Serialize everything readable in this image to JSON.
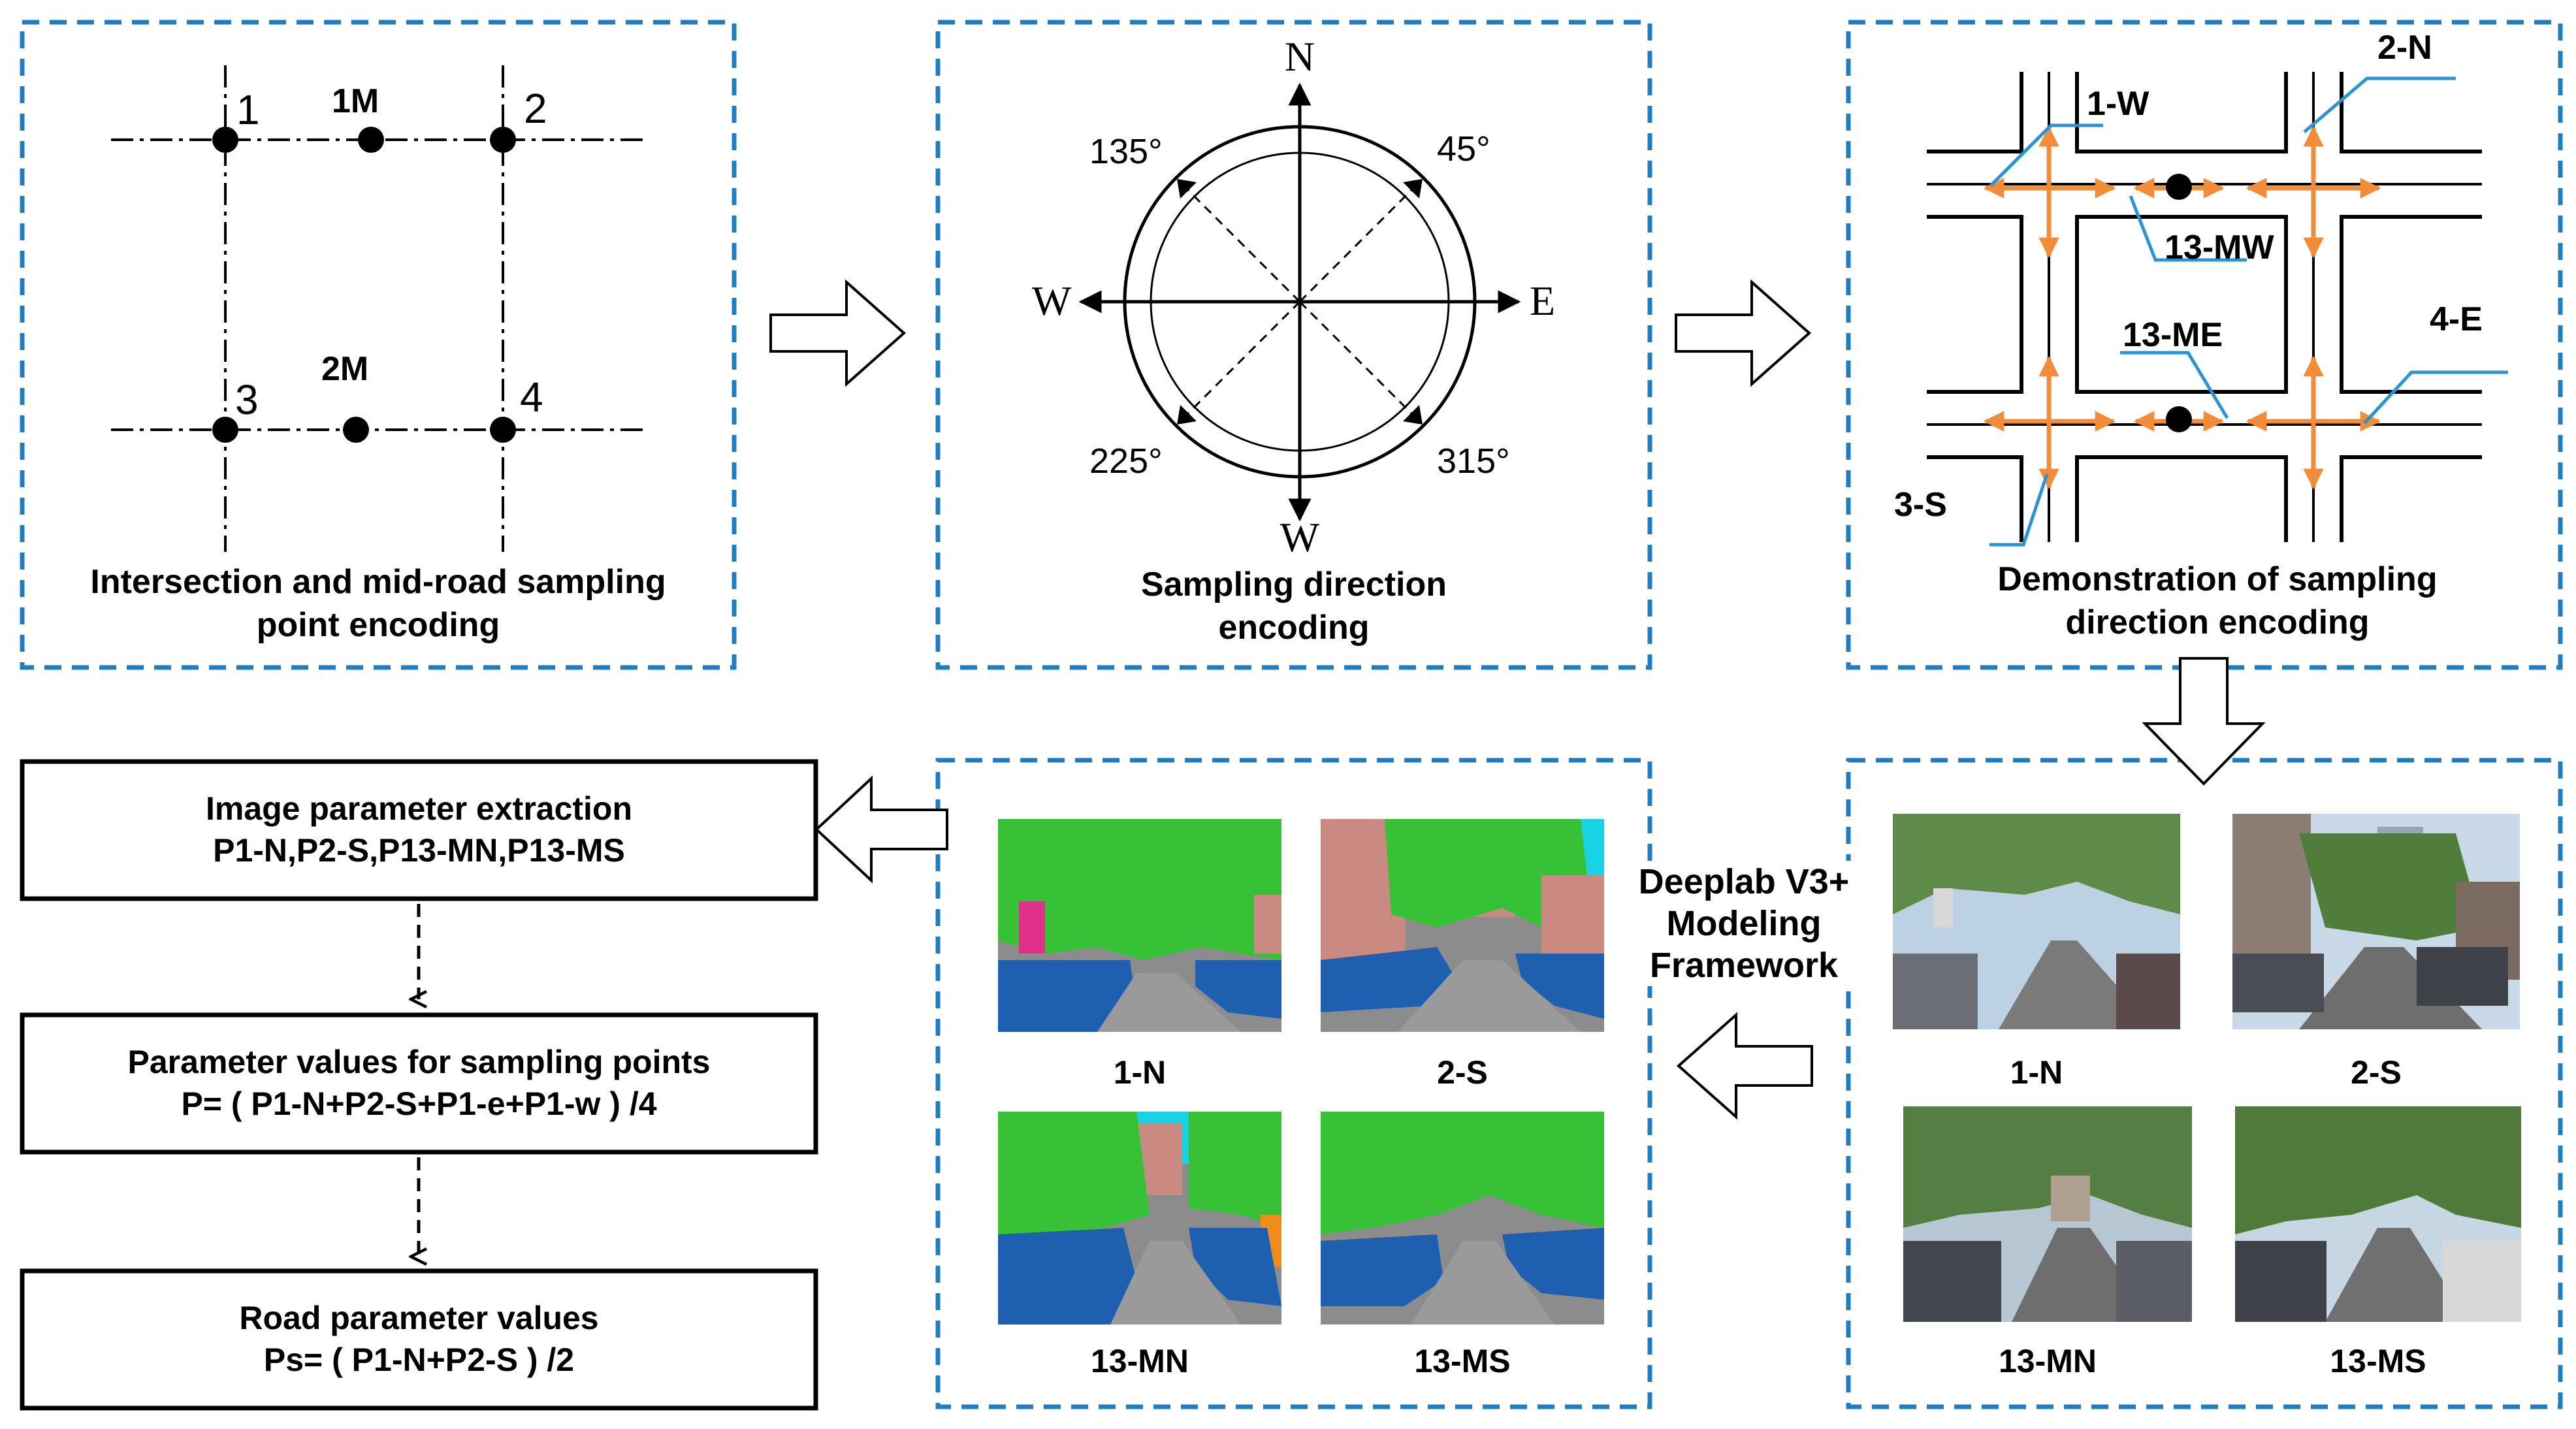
{
  "panel1": {
    "caption_line1": "Intersection and mid-road sampling",
    "caption_line2": "point encoding",
    "points": [
      {
        "label": "1"
      },
      {
        "label": "1M"
      },
      {
        "label": "2"
      },
      {
        "label": "3"
      },
      {
        "label": "2M"
      },
      {
        "label": "4"
      }
    ]
  },
  "panel2": {
    "caption_line1": "Sampling direction",
    "caption_line2": "encoding",
    "north": "N",
    "east": "E",
    "west": "W",
    "south": "W",
    "angle_135": "135°",
    "angle_45": "45°",
    "angle_225": "225°",
    "angle_315": "315°"
  },
  "panel3": {
    "caption_line1": "Demonstration of sampling",
    "caption_line2": "direction encoding",
    "labels": {
      "n2": "2-N",
      "w1": "1-W",
      "mw13": "13-MW",
      "me13": "13-ME",
      "e4": "4-E",
      "s3": "3-S"
    }
  },
  "flow": {
    "box1_line1": "Image parameter extraction",
    "box1_line2": "P1-N,P2-S,P13-MN,P13-MS",
    "box2_line1": "Parameter values for sampling points",
    "box2_line2": "P= ( P1-N+P2-S+P1-e+P1-w ) /4",
    "box3_line1": "Road parameter values",
    "box3_line2": "Ps= ( P1-N+P2-S ) /2"
  },
  "deeplab": {
    "line1": "Deeplab V3+",
    "line2": "Modeling",
    "line3": "Framework"
  },
  "segmentation": {
    "labels": [
      "1-N",
      "2-S",
      "13-MN",
      "13-MS"
    ]
  },
  "photos": {
    "labels": [
      "1-N",
      "2-S",
      "13-MN",
      "13-MS"
    ]
  },
  "colors": {
    "panel_border": "#1f7ec2",
    "orange_arrow": "#f28c38",
    "callout_line": "#2a93d5",
    "seg_sky": "#19d2e6",
    "seg_tree": "#36c136",
    "seg_building": "#c98a82",
    "seg_car": "#1f5fb0",
    "seg_road": "#8c8c8c"
  }
}
